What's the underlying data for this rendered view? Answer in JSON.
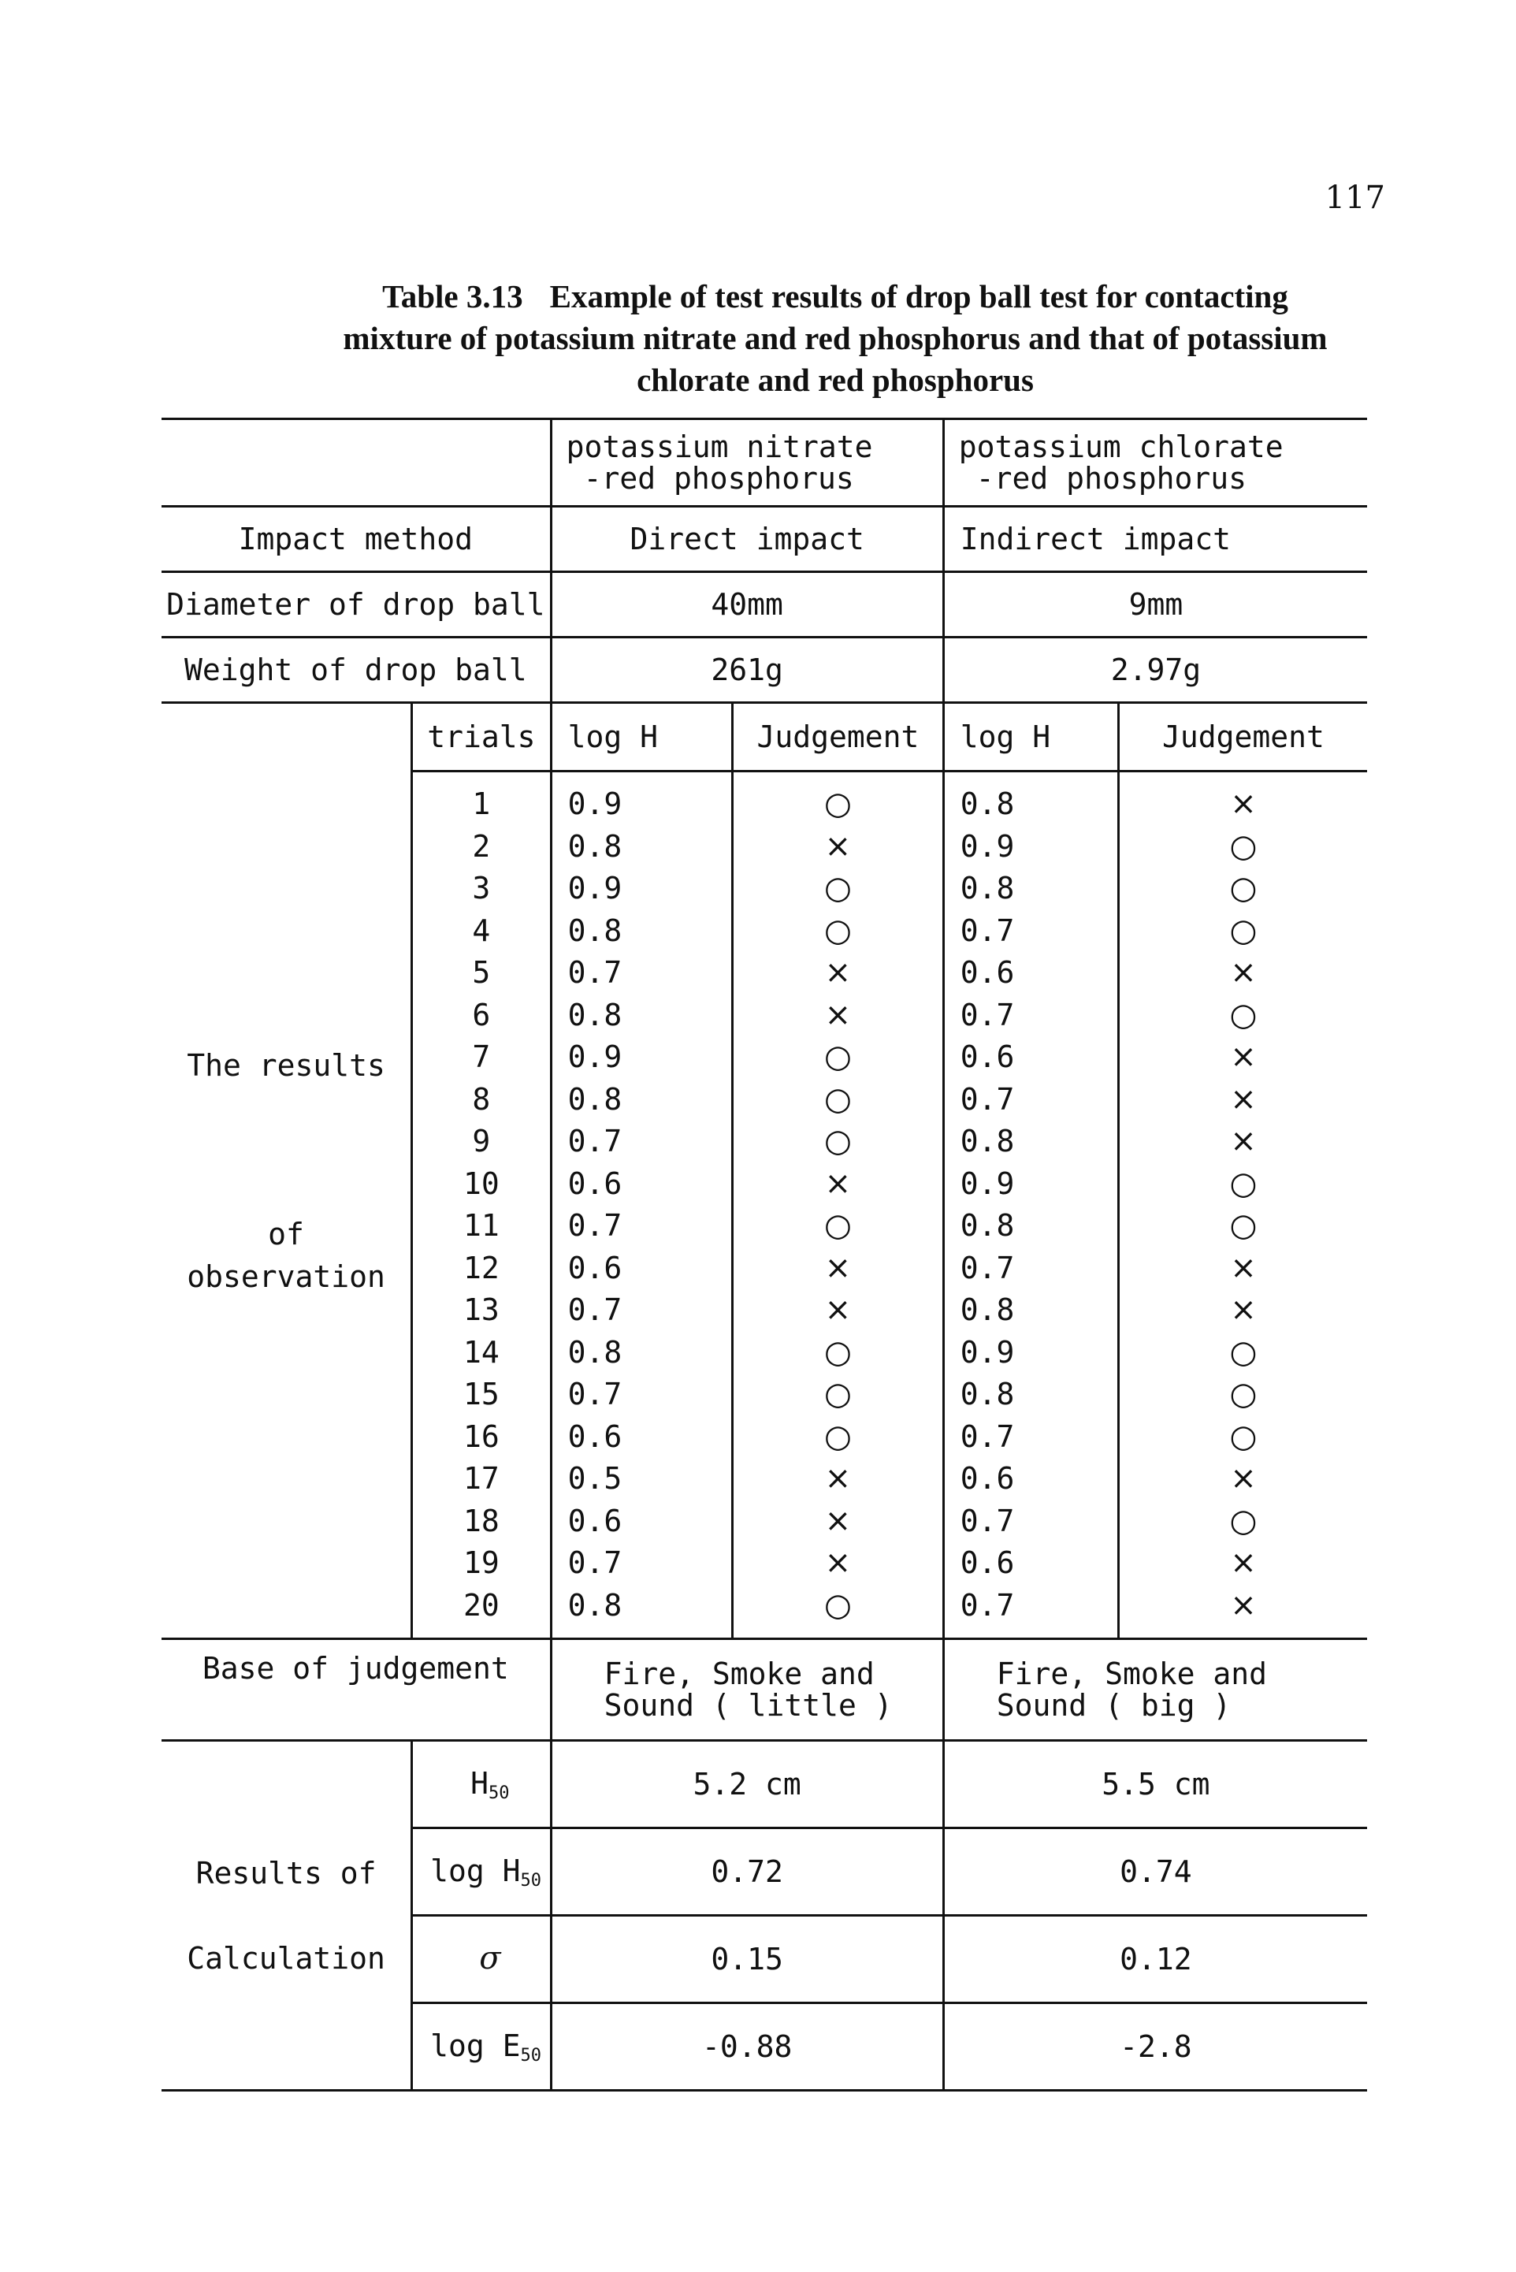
{
  "page_number": "117",
  "caption": {
    "label": "Table 3.13",
    "line1": "Example of test results of drop ball test for contacting",
    "line2": "mixture of potassium nitrate and red phosphorus and that of potassium",
    "line3": "chlorate and red phosphorus"
  },
  "columns": {
    "nitrate": {
      "line1": "potassium nitrate",
      "line2": "-red phosphorus"
    },
    "chlorate": {
      "line1": "potassium chlorate",
      "line2": "-red phosphorus"
    }
  },
  "params": [
    {
      "label": "Impact method",
      "nitrate": "Direct impact",
      "chlorate": "Indirect impact"
    },
    {
      "label": "Diameter of drop ball",
      "nitrate": "40mm",
      "chlorate": "9mm"
    },
    {
      "label": "Weight of drop ball",
      "nitrate": "261g",
      "chlorate": "2.97g"
    }
  ],
  "trials_header": {
    "trials": "trials",
    "logH": "log H",
    "judgement": "Judgement"
  },
  "results_label": {
    "line1": "The results",
    "line2": "of observation"
  },
  "trials": [
    {
      "n": "1",
      "nitrate_logH": "0.9",
      "nitrate_j": "○",
      "chlorate_logH": "0.8",
      "chlorate_j": "×"
    },
    {
      "n": "2",
      "nitrate_logH": "0.8",
      "nitrate_j": "×",
      "chlorate_logH": "0.9",
      "chlorate_j": "○"
    },
    {
      "n": "3",
      "nitrate_logH": "0.9",
      "nitrate_j": "○",
      "chlorate_logH": "0.8",
      "chlorate_j": "○"
    },
    {
      "n": "4",
      "nitrate_logH": "0.8",
      "nitrate_j": "○",
      "chlorate_logH": "0.7",
      "chlorate_j": "○"
    },
    {
      "n": "5",
      "nitrate_logH": "0.7",
      "nitrate_j": "×",
      "chlorate_logH": "0.6",
      "chlorate_j": "×"
    },
    {
      "n": "6",
      "nitrate_logH": "0.8",
      "nitrate_j": "×",
      "chlorate_logH": "0.7",
      "chlorate_j": "○"
    },
    {
      "n": "7",
      "nitrate_logH": "0.9",
      "nitrate_j": "○",
      "chlorate_logH": "0.6",
      "chlorate_j": "×"
    },
    {
      "n": "8",
      "nitrate_logH": "0.8",
      "nitrate_j": "○",
      "chlorate_logH": "0.7",
      "chlorate_j": "×"
    },
    {
      "n": "9",
      "nitrate_logH": "0.7",
      "nitrate_j": "○",
      "chlorate_logH": "0.8",
      "chlorate_j": "×"
    },
    {
      "n": "10",
      "nitrate_logH": "0.6",
      "nitrate_j": "×",
      "chlorate_logH": "0.9",
      "chlorate_j": "○"
    },
    {
      "n": "11",
      "nitrate_logH": "0.7",
      "nitrate_j": "○",
      "chlorate_logH": "0.8",
      "chlorate_j": "○"
    },
    {
      "n": "12",
      "nitrate_logH": "0.6",
      "nitrate_j": "×",
      "chlorate_logH": "0.7",
      "chlorate_j": "×"
    },
    {
      "n": "13",
      "nitrate_logH": "0.7",
      "nitrate_j": "×",
      "chlorate_logH": "0.8",
      "chlorate_j": "×"
    },
    {
      "n": "14",
      "nitrate_logH": "0.8",
      "nitrate_j": "○",
      "chlorate_logH": "0.9",
      "chlorate_j": "○"
    },
    {
      "n": "15",
      "nitrate_logH": "0.7",
      "nitrate_j": "○",
      "chlorate_logH": "0.8",
      "chlorate_j": "○"
    },
    {
      "n": "16",
      "nitrate_logH": "0.6",
      "nitrate_j": "○",
      "chlorate_logH": "0.7",
      "chlorate_j": "○"
    },
    {
      "n": "17",
      "nitrate_logH": "0.5",
      "nitrate_j": "×",
      "chlorate_logH": "0.6",
      "chlorate_j": "×"
    },
    {
      "n": "18",
      "nitrate_logH": "0.6",
      "nitrate_j": "×",
      "chlorate_logH": "0.7",
      "chlorate_j": "○"
    },
    {
      "n": "19",
      "nitrate_logH": "0.7",
      "nitrate_j": "×",
      "chlorate_logH": "0.6",
      "chlorate_j": "×"
    },
    {
      "n": "20",
      "nitrate_logH": "0.8",
      "nitrate_j": "○",
      "chlorate_logH": "0.7",
      "chlorate_j": "×"
    }
  ],
  "base": {
    "label": "Base of judgement",
    "nitrate": {
      "line1": "Fire, Smoke and",
      "line2": "Sound ( little )"
    },
    "chlorate": {
      "line1": "Fire, Smoke and",
      "line2": "Sound ( big )"
    }
  },
  "calc_label": {
    "line1": "Results of",
    "line2": "Calculation"
  },
  "calc": [
    {
      "sym_main": "H",
      "sym_pre": "",
      "sym_sub": "50",
      "nitrate": "5.2 cm",
      "chlorate": "5.5 cm"
    },
    {
      "sym_main": "H",
      "sym_pre": "log ",
      "sym_sub": "50",
      "nitrate": "0.72",
      "chlorate": "0.74"
    },
    {
      "sym_main": "σ",
      "sym_pre": "",
      "sym_sub": "",
      "nitrate": "0.15",
      "chlorate": "0.12"
    },
    {
      "sym_main": "E",
      "sym_pre": "log ",
      "sym_sub": "50",
      "nitrate": "-0.88",
      "chlorate": "-2.8"
    }
  ]
}
